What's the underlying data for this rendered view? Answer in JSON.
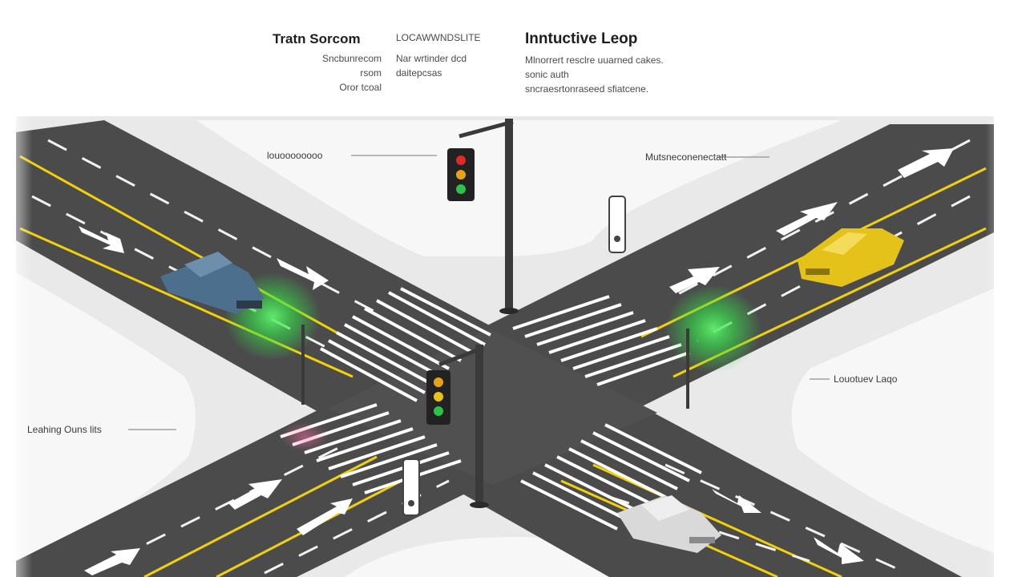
{
  "header": {
    "left": {
      "title": "Tratn Sorcom",
      "lines": [
        "Sncbunrecom",
        "rsom",
        "Oror tcoal"
      ]
    },
    "center": {
      "title": "LOCAWWNDSLITE",
      "lines": [
        "Nar wrtinder dcd",
        "daitepcsas"
      ]
    },
    "right": {
      "title": "Inntuctive Leop",
      "lines": [
        "Mlnorrert resclre uuarned cakes.",
        "sonic auth",
        "sncraesrtonraseed sfiatcene."
      ]
    }
  },
  "callouts": {
    "top_left": "louoooooooo",
    "top_right": "Mutsneconenectatt",
    "mid_right": "Louotuev Laqo",
    "mid_left": "Leahing Ouns lits"
  },
  "colors": {
    "road": "#4a4a4a",
    "sidewalk": "#ececec",
    "lane_yellow": "#f3d10a",
    "sensor_glow": "#35e04a",
    "car_blue": "#4c6f8e",
    "car_yellow": "#e5c21a",
    "car_white": "#d9d9d9",
    "pole": "#3a3a3a"
  },
  "icons": [
    "traffic-light-icon",
    "arrow-icon",
    "sensor-icon",
    "car-icon"
  ]
}
